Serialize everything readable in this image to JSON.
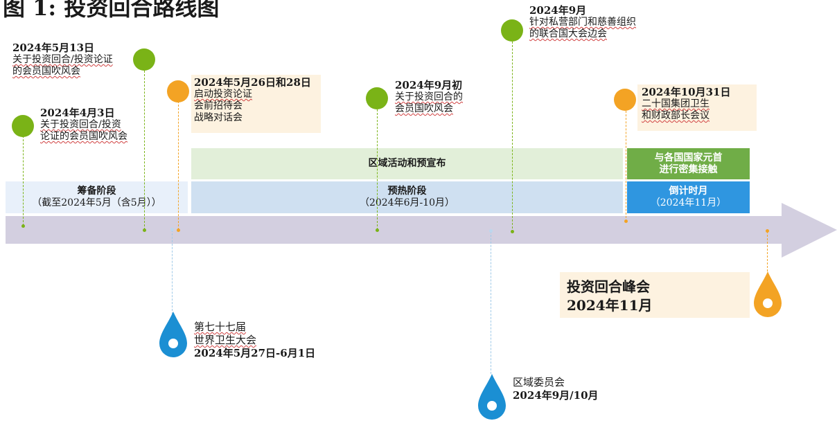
{
  "title": "图 1: 投资回合路线图",
  "events_top": [
    {
      "date": "2024年4月3日",
      "lines": [
        "关于投资回合/投资",
        "论证的会员国吹风会"
      ]
    },
    {
      "date": "2024年5月13日",
      "lines": [
        "关于投资回合/投资论证",
        "的会员国吹风会"
      ]
    },
    {
      "date": "2024年5月26日和28日",
      "lines": [
        "启动投资论证",
        "会前招待会",
        "战略对话会"
      ]
    },
    {
      "date": "2024年9月初",
      "lines": [
        "关于投资回合的",
        "会员国吹风会"
      ]
    },
    {
      "date": "2024年9月",
      "lines": [
        "针对私营部门和慈善组织",
        "的联合国大会边会"
      ]
    },
    {
      "date": "2024年10月31日",
      "lines": [
        "二十国集团卫生",
        "和财政部长会议"
      ]
    }
  ],
  "bands": {
    "regional": "区域活动和预宣布",
    "heads": [
      "与各国国家元首",
      "进行密集接触"
    ]
  },
  "phases": [
    {
      "name": "筹备阶段",
      "period": "（截至2024年5月（含5月））"
    },
    {
      "name": "预热阶段",
      "period": "（2024年6月-10月）"
    },
    {
      "name": "倒计时月",
      "period": "（2024年11月）"
    }
  ],
  "events_bottom": [
    {
      "lines": [
        "第七十七届",
        "世界卫生大会"
      ],
      "date": "2024年5月27日-6月1日"
    },
    {
      "lines": [
        "区域委员会"
      ],
      "date": "2024年9月/10月"
    }
  ],
  "summit": {
    "name": "投资回合峰会",
    "date": "2024年11月"
  },
  "colors": {
    "green": "#7ab317",
    "orange": "#f3a324",
    "blue": "#1b8fd3",
    "arrow": "#d3cfe0"
  }
}
